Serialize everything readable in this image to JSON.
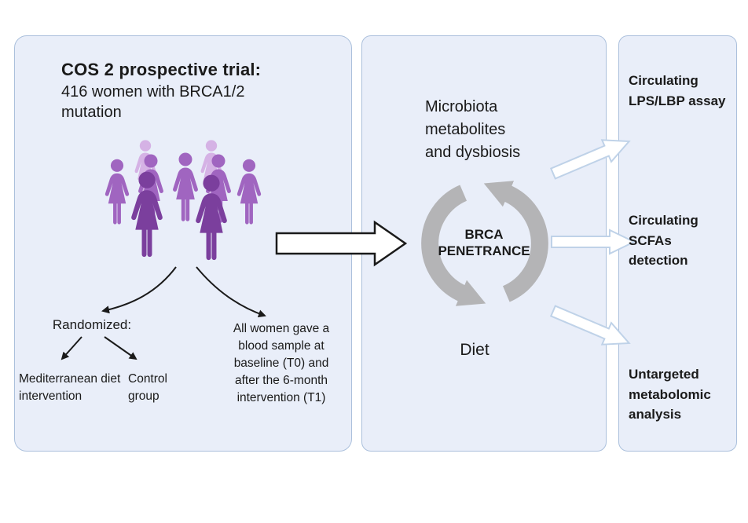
{
  "figure": {
    "left_panel": {
      "title": "COS 2 prospective trial:",
      "subtitle": "416 women with BRCA1/2 mutation",
      "randomized_label": "Randomized:",
      "branch_left_label": "Mediterranean diet intervention",
      "branch_right_label": "Control group",
      "note": "All women gave a blood sample at baseline (T0) and after the 6-month intervention (T1)"
    },
    "middle_panel": {
      "top_label": "Microbiota metabolites and dysbiosis",
      "center_label": "BRCA PENETRANCE",
      "bottom_label": "Diet"
    },
    "right_panel": {
      "outputs": [
        "Circulating LPS/LBP assay",
        "Circulating SCFAs detection",
        "Untargeted metabolomic analysis"
      ]
    }
  },
  "colors": {
    "panel_fill": "#e9eef9",
    "panel_border": "#abc0dc",
    "text": "#1a1a1a",
    "arrow_black": "#1a1a1a",
    "arrow_fill": "#ffffff",
    "arrow_light_stroke": "#bfd2e8",
    "cycle_gray": "#b4b4b6",
    "woman_dark": "#7b3f9d",
    "woman_mid": "#a065c0",
    "woman_light": "#d5b2e5"
  }
}
